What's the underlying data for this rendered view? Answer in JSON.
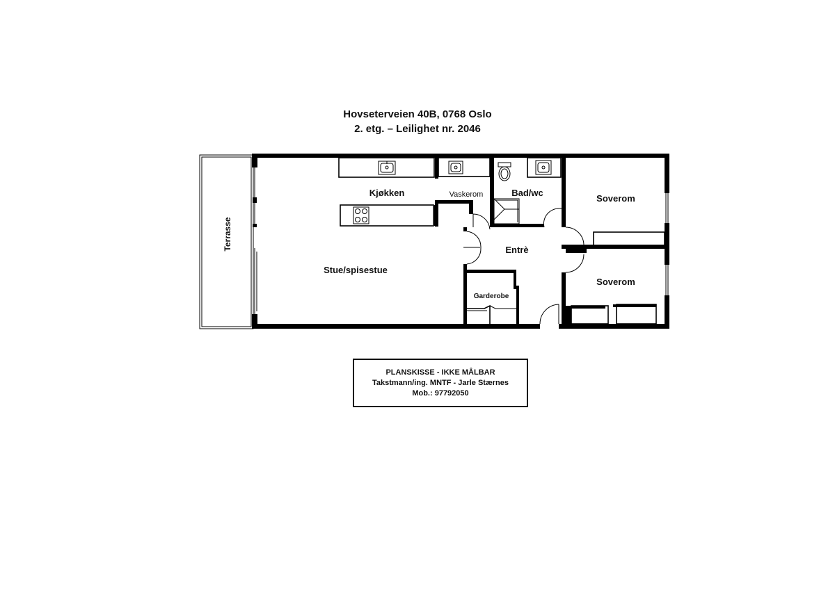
{
  "header": {
    "address": "Hovseterveien 40B, 0768 Oslo",
    "unit": "2. etg. – Leilighet nr. 2046"
  },
  "rooms": {
    "terrace": "Terrasse",
    "kitchen": "Kjøkken",
    "laundry": "Vaskerom",
    "bathroom": "Bad/wc",
    "bedroom_1": "Soverom",
    "entrance": "Entrè",
    "living": "Stue/spisestue",
    "bedroom_2": "Soverom",
    "wardrobe": "Garderobe"
  },
  "stamp": {
    "line1": "PLANSKISSE - IKKE MÅLBAR",
    "line2": "Takstmann/ing. MNTF - Jarle Stærnes",
    "line3": "Mob.: 97792050"
  }
}
